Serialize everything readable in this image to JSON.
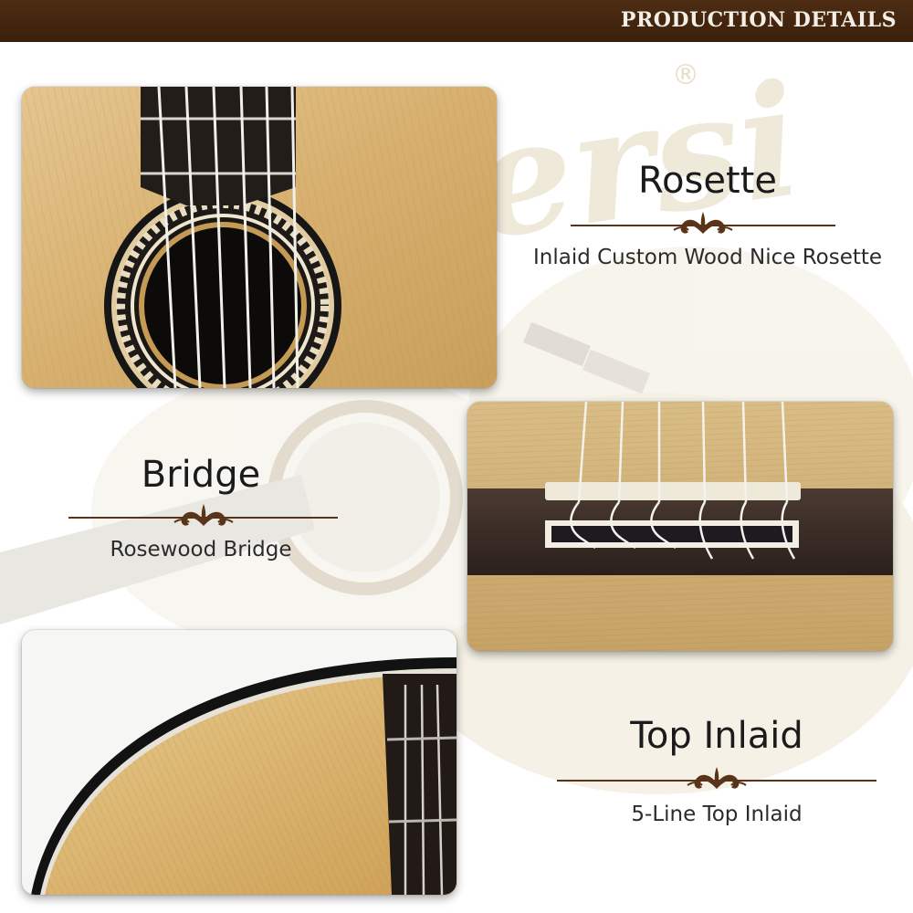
{
  "header": {
    "title": "PRODUCTION DETAILS"
  },
  "watermark": {
    "text": "ersi",
    "registered_mark": "®"
  },
  "features": {
    "rosette": {
      "title": "Rosette",
      "subtitle": "Inlaid Custom Wood Nice Rosette"
    },
    "bridge": {
      "title": "Bridge",
      "subtitle": "Rosewood Bridge"
    },
    "inlaid": {
      "title": "Top Inlaid",
      "subtitle": "5-Line Top Inlaid"
    }
  },
  "colors": {
    "header_bg": "#3f230e",
    "header_text": "#f4efe6",
    "spruce_top": "#d9b373",
    "rosewood": "#3a2a22",
    "ornament": "#5a3418"
  },
  "icons": [
    "fleur-ornament-icon"
  ]
}
